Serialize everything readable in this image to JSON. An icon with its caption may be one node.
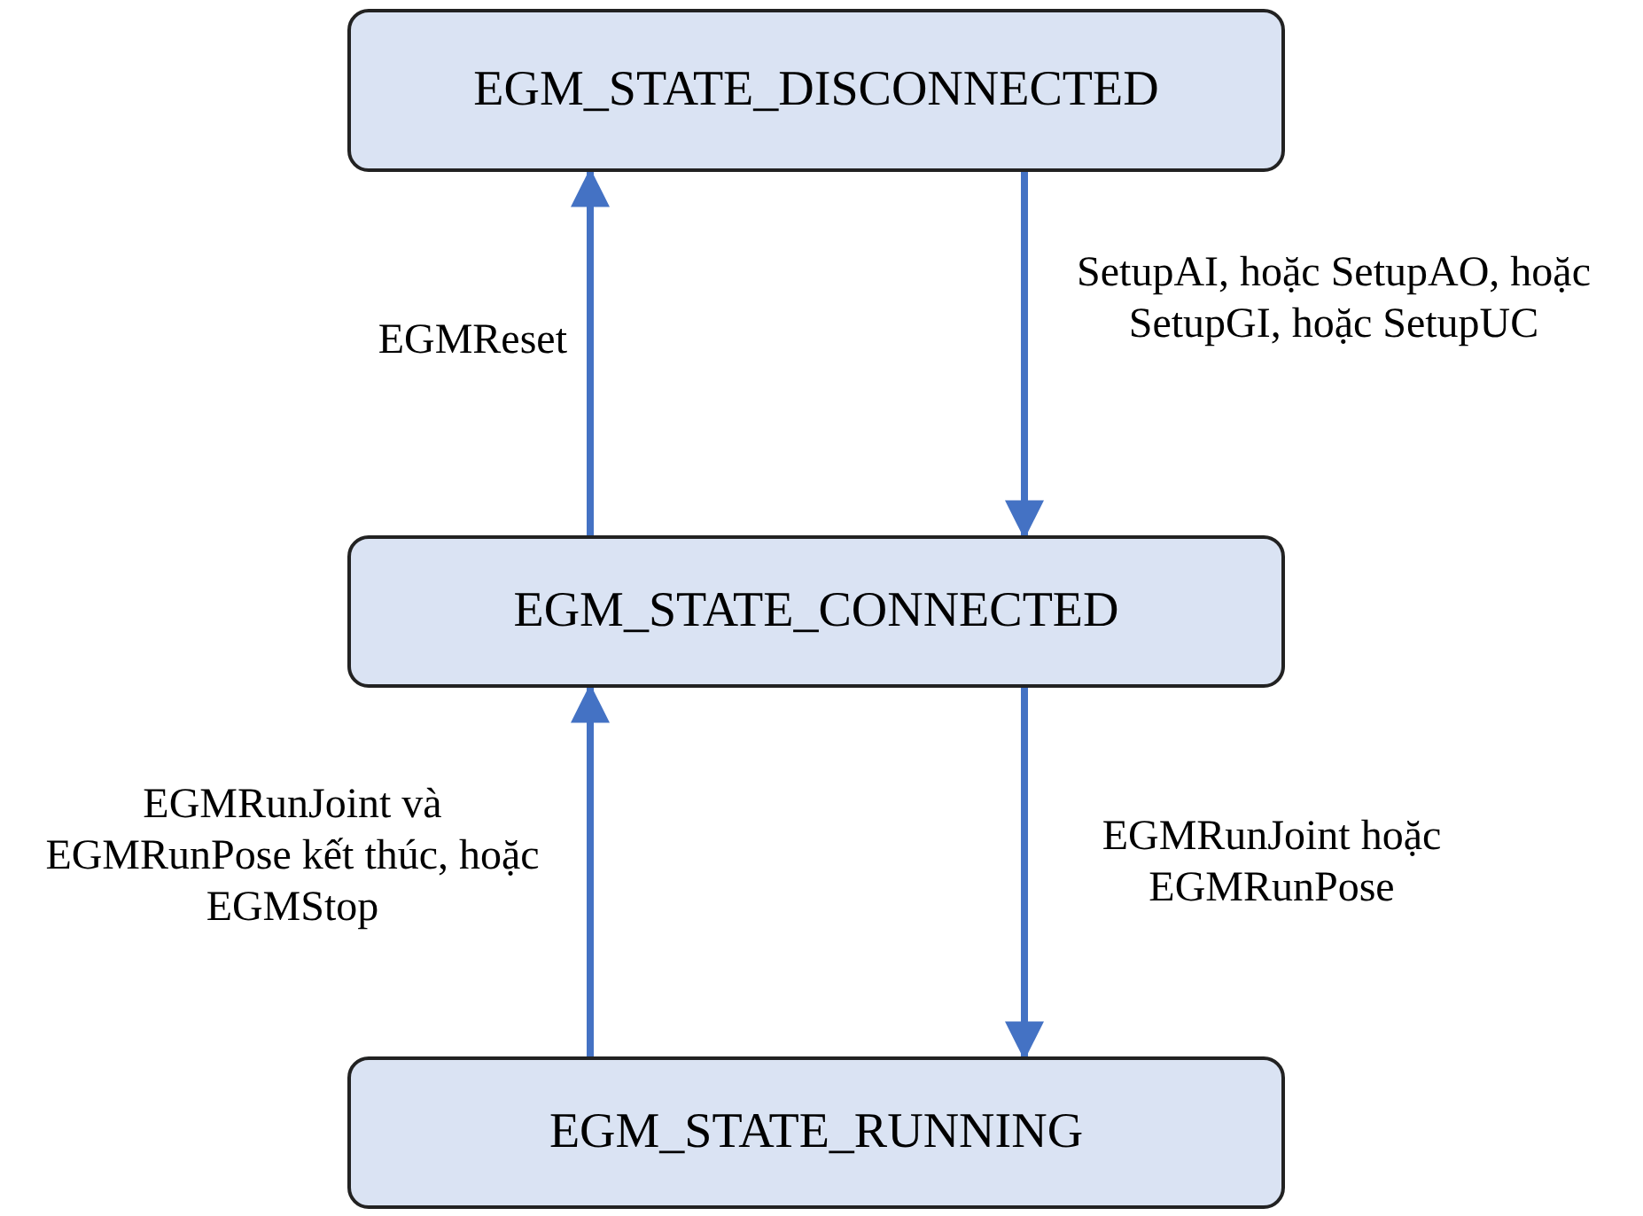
{
  "diagram": {
    "nodes": [
      {
        "text": [
          "EGM_STATE_DISCONNECTED"
        ]
      },
      {
        "text": [
          "EGM_STATE_CONNECTED"
        ]
      },
      {
        "text": [
          "EGM_STATE_RUNNING"
        ]
      }
    ],
    "edges": [
      {
        "from": 1,
        "to": 0,
        "arrow": "to",
        "label": "EGMReset"
      },
      {
        "from": 0,
        "to": 1,
        "arrow": "to",
        "label": "SetupAI, hoặc SetupAO, hoặc SetupGI, hoặc SetupUC"
      },
      {
        "from": 2,
        "to": 1,
        "arrow": "to",
        "label": "EGMRunJoint và EGMRunPose kết thúc, hoặc EGMStop"
      },
      {
        "from": 1,
        "to": 2,
        "arrow": "to",
        "label": "EGMRunJoint hoặc EGMRunPose"
      }
    ]
  }
}
